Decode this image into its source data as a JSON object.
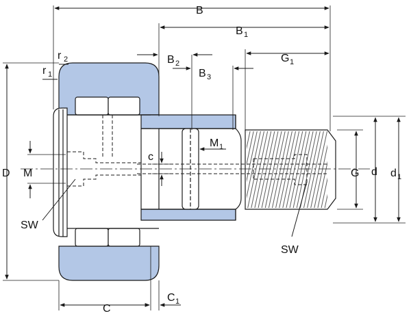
{
  "colors": {
    "housing_fill": "#b3c7e6",
    "line": "#1a1a1a",
    "background": "#ffffff"
  },
  "labels": {
    "B": "B",
    "B1": "B",
    "B1_sub": "1",
    "B2": "B",
    "B2_sub": "2",
    "B3": "B",
    "B3_sub": "3",
    "G1": "G",
    "G1_sub": "1",
    "r2": "r",
    "r2_sub": "2",
    "r1": "r",
    "r1_sub": "1",
    "D": "D",
    "M": "M",
    "c": "c",
    "M1": "M",
    "M1_sub": "1",
    "G": "G",
    "d": "d",
    "d1": "d",
    "d1_sub": "1",
    "SW_left": "SW",
    "SW_right": "SW",
    "C": "C",
    "C1": "C",
    "C1_sub": "1"
  }
}
